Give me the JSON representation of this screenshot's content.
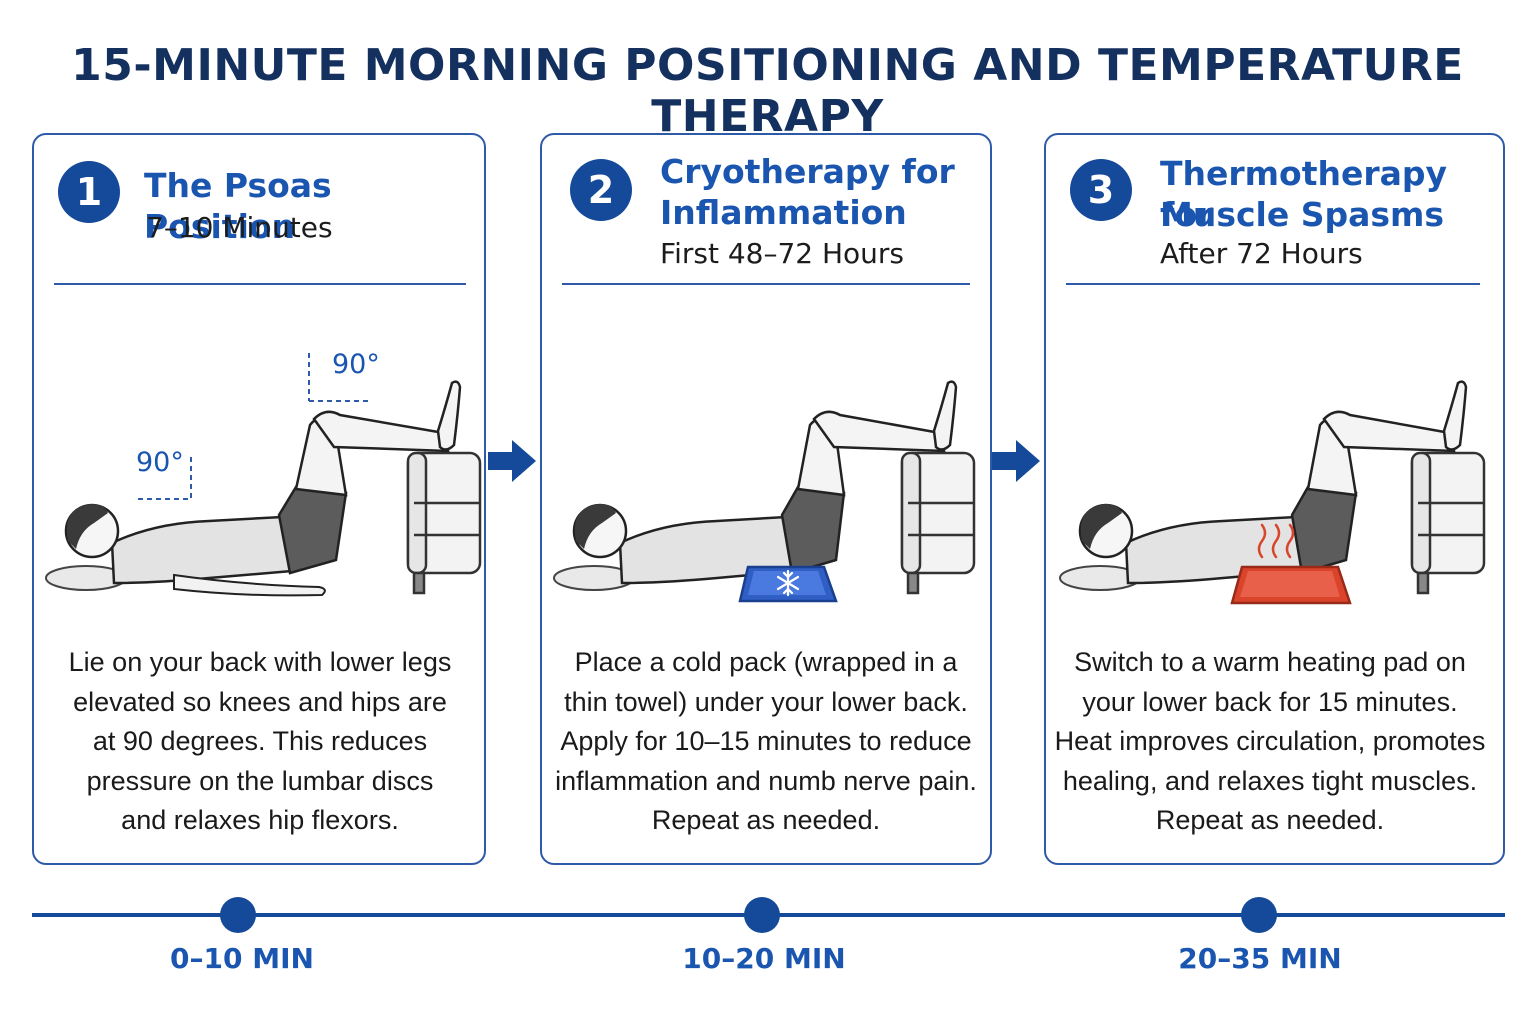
{
  "title": "15-MINUTE MORNING POSITIONING AND TEMPERATURE THERAPY",
  "colors": {
    "navy": "#13305f",
    "accent_blue": "#1a56b0",
    "circle_blue": "#154a9b",
    "ice_pack": "#2f5fc4",
    "heat_pad": "#d9442b"
  },
  "steps": [
    {
      "number": "1",
      "title_line1": "The Psoas Position",
      "title_line2": "",
      "subtitle": "7–10 Minutes",
      "angle_label_knee": "90°",
      "angle_label_hip": "90°",
      "description": [
        "Lie on your back with lower legs",
        "elevated so knees and hips are",
        "at 90 degrees. This reduces",
        "pressure on the lumbar discs",
        "and relaxes hip flexors."
      ],
      "timeline_label": "0–10 MIN"
    },
    {
      "number": "2",
      "title_line1": "Cryotherapy for",
      "title_line2": "Inflammation",
      "subtitle": "First 48–72 Hours",
      "pack_icon": "snowflake-icon",
      "description": [
        "Place a cold pack (wrapped in a",
        "thin towel) under your lower back.",
        "Apply for 10–15 minutes to reduce",
        "inflammation and numb nerve pain.",
        "Repeat as needed."
      ],
      "timeline_label": "10–20 MIN"
    },
    {
      "number": "3",
      "title_line1": "Thermotherapy for",
      "title_line2": "Muscle Spasms",
      "subtitle": "After 72 Hours",
      "pack_icon": "heat-waves-icon",
      "description": [
        "Switch to a warm heating pad on",
        "your lower back for 15 minutes.",
        "Heat improves circulation, promotes",
        "healing, and relaxes tight muscles.",
        "Repeat as needed."
      ],
      "timeline_label": "20–35 MIN"
    }
  ]
}
